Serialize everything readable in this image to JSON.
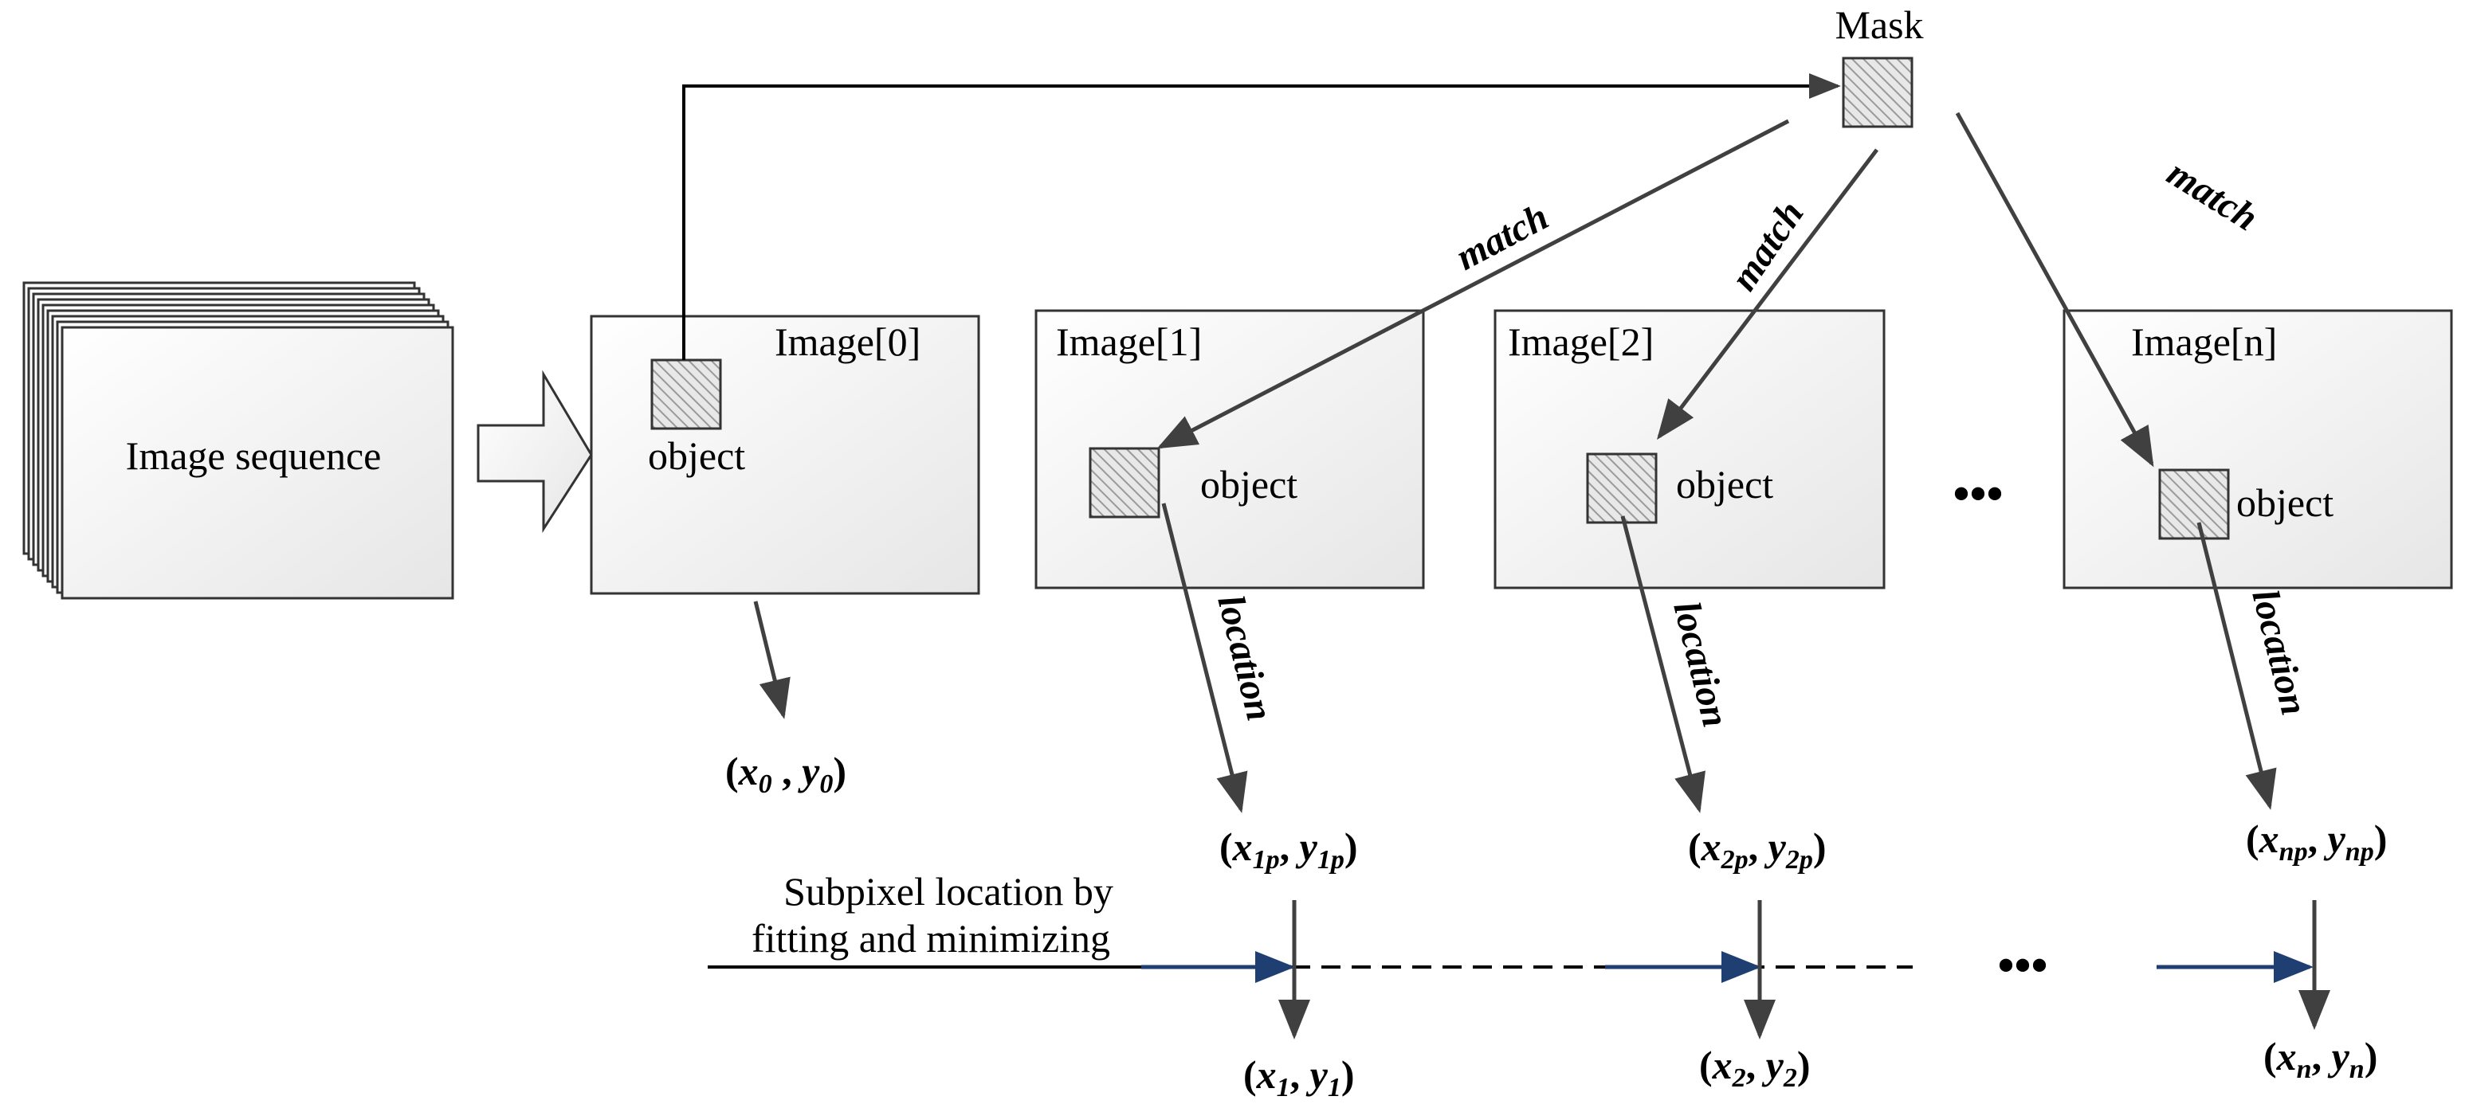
{
  "labels": {
    "image_sequence": "Image sequence",
    "image0": "Image[0]",
    "image1": "Image[1]",
    "image2": "Image[2]",
    "imagen": "Image[n]",
    "object": "object",
    "mask": "Mask",
    "match": "match",
    "location": "location",
    "subpixel_line1": "Subpixel location by",
    "subpixel_line2": "fitting and minimizing",
    "ellipsis": "•••"
  },
  "coords": {
    "x0": {
      "v1": "x",
      "s1": "0",
      "sep": " , ",
      "v2": "y",
      "s2": "0"
    },
    "x1p": {
      "v1": "x",
      "s1": "1p",
      "sep": ", ",
      "v2": "y",
      "s2": "1p"
    },
    "x2p": {
      "v1": "x",
      "s1": "2p",
      "sep": ", ",
      "v2": "y",
      "s2": "2p"
    },
    "xnp": {
      "v1": "x",
      "s1": "np",
      "sep": ", ",
      "v2": "y",
      "s2": "np"
    },
    "x1": {
      "v1": "x",
      "s1": "1",
      "sep": ", ",
      "v2": "y",
      "s2": "1"
    },
    "x2": {
      "v1": "x",
      "s1": "2",
      "sep": ", ",
      "v2": "y",
      "s2": "2"
    },
    "xn": {
      "v1": "x",
      "s1": "n",
      "sep": ", ",
      "v2": "y",
      "s2": "n"
    }
  },
  "colors": {
    "box_fill": "#f1f1f1",
    "stroke": "#333333",
    "arrow": "#404040",
    "blue_arrow": "#1f3f73"
  }
}
